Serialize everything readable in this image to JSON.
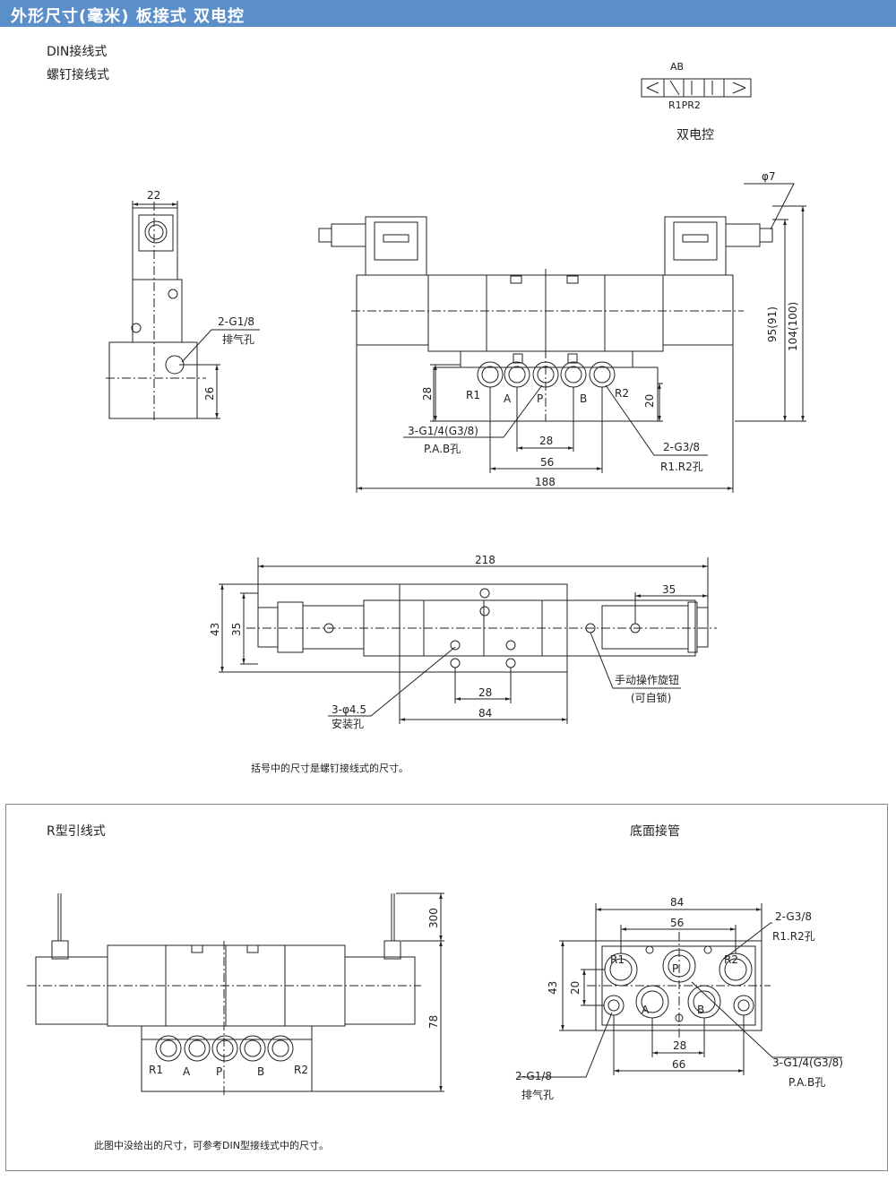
{
  "header": {
    "title": "外形尺寸(毫米)  板接式  双电控"
  },
  "labels": {
    "din": "DIN接线式",
    "screw": "螺钉接线式",
    "symbol_caption": "双电控",
    "symbol_top": "AB",
    "symbol_bottom": "R1PR2",
    "r_type": "R型引线式",
    "bottom_piping": "底面接管"
  },
  "notes": {
    "bracket": "括号中的尺寸是螺钉接线式的尺寸。",
    "r_type_note": "此图中没给出的尺寸，可参考DIN型接线式中的尺寸。"
  },
  "side_view": {
    "dim_top": "22",
    "exhaust": "2-G1/8",
    "exhaust_label": "排气孔",
    "dim_height": "26"
  },
  "front_view": {
    "phi": "φ7",
    "h1": "95(91)",
    "h2": "104(100)",
    "left_height": "28",
    "right_height": "20",
    "ports": [
      "R1",
      "A",
      "P",
      "B",
      "R2"
    ],
    "port_callout": "3-G1/4(G3/8)",
    "port_callout_label": "P.A.B孔",
    "exhaust_callout": "2-G3/8",
    "exhaust_callout_label": "R1.R2孔",
    "pitch": "28",
    "span": "56",
    "length": "188",
    "coil_mark": "mqm"
  },
  "top_view": {
    "overall": "218",
    "right_dim": "35",
    "h_outer": "43",
    "h_inner": "35",
    "pitch": "28",
    "base": "84",
    "mount": "3-φ4.5",
    "mount_label": "安装孔",
    "manual": "手动操作旋钮",
    "manual_sub": "(可自锁)"
  },
  "r_view": {
    "lead": "300",
    "height": "78",
    "ports": [
      "R1",
      "A",
      "P",
      "B",
      "R2"
    ]
  },
  "bottom_view": {
    "width": "84",
    "inner": "56",
    "h_outer": "43",
    "h_inner": "20",
    "pitch": "28",
    "span": "66",
    "exhaust_top": "2-G3/8",
    "exhaust_top_label": "R1.R2孔",
    "port_callout": "3-G1/4(G3/8)",
    "port_callout_label": "P.A.B孔",
    "exhaust": "2-G1/8",
    "exhaust_label": "排气孔",
    "ports_top": [
      "R1",
      "P",
      "R2"
    ],
    "ports_bottom": [
      "A",
      "B"
    ]
  }
}
